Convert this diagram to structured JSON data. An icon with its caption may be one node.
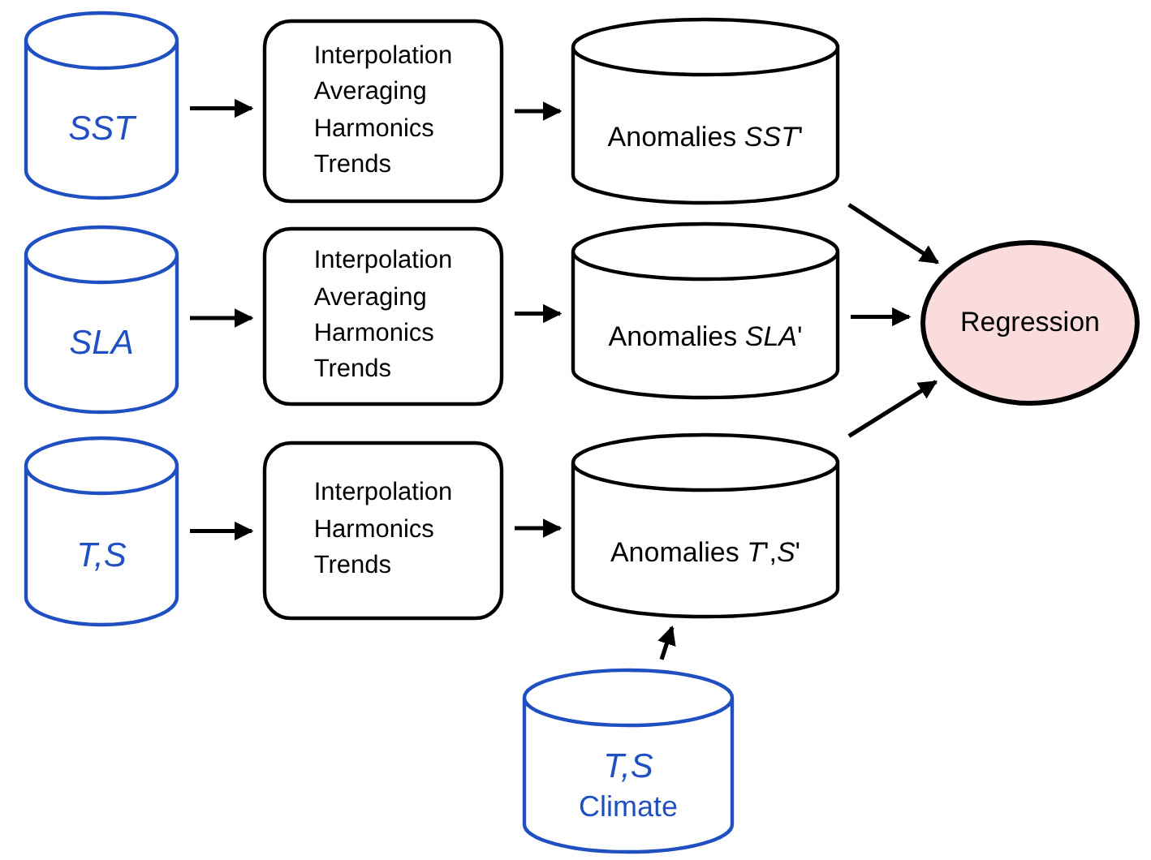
{
  "diagram": {
    "nodes": [
      {
        "text": [
          "SST"
        ]
      },
      {
        "text": [
          "Interpolation Averaging Harmonics Trends"
        ]
      },
      {
        "text": [
          "Anomalies *SST*'"
        ]
      },
      {
        "text": [
          "SLA"
        ]
      },
      {
        "text": [
          "Interpolation Averaging Harmonics Trends"
        ]
      },
      {
        "text": [
          "Anomalies *SLA*'"
        ]
      },
      {
        "text": [
          "T,S"
        ]
      },
      {
        "text": [
          "Interpolation Harmonics Trends"
        ]
      },
      {
        "text": [
          "Anomalies *T*',*S*'"
        ]
      },
      {
        "text": [
          "Regression"
        ]
      },
      {
        "text": [
          "T,S",
          "Climate"
        ]
      }
    ],
    "edges": [
      {
        "from": 0,
        "to": 1,
        "arrow": "to"
      },
      {
        "from": 1,
        "to": 2,
        "arrow": "to"
      },
      {
        "from": 2,
        "to": 9,
        "arrow": "to"
      },
      {
        "from": 3,
        "to": 4,
        "arrow": "to"
      },
      {
        "from": 4,
        "to": 5,
        "arrow": "to"
      },
      {
        "from": 5,
        "to": 9,
        "arrow": "to"
      },
      {
        "from": 6,
        "to": 7,
        "arrow": "to"
      },
      {
        "from": 7,
        "to": 8,
        "arrow": "to"
      },
      {
        "from": 8,
        "to": 9,
        "arrow": "to"
      },
      {
        "from": 10,
        "to": 8,
        "arrow": "to"
      }
    ]
  }
}
